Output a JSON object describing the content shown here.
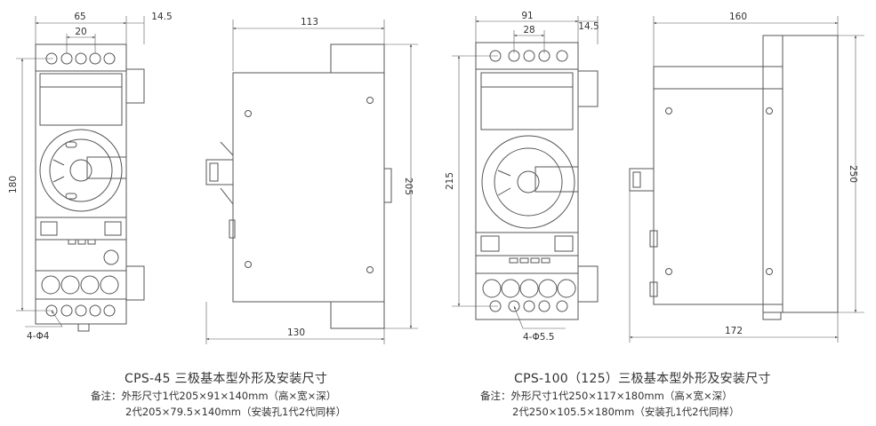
{
  "left": {
    "front_dims": {
      "width": "65",
      "hole_spacing": "20",
      "offset": "14.5",
      "height": "180"
    },
    "side_dims": {
      "top_width": "113",
      "height": "205",
      "bottom_width": "130"
    },
    "hole_label": "4-Φ4",
    "caption": {
      "title": "CPS-45 三极基本型外形及安装尺寸",
      "note1": "备注：外形尺寸1代205×91×140mm（高×宽×深）",
      "note2": "2代205×79.5×140mm（安装孔1代2代同样）"
    }
  },
  "right": {
    "front_dims": {
      "width": "91",
      "hole_spacing": "28",
      "offset": "14.5",
      "height": "215"
    },
    "side_dims": {
      "top_width": "160",
      "height": "250",
      "bottom_width": "172"
    },
    "hole_label": "4-Φ5.5",
    "caption": {
      "title": "CPS-100（125）三极基本型外形及安装尺寸",
      "note1": "备注：外形尺寸1代250×117×180mm（高×宽×深）",
      "note2": "2代250×105.5×180mm（安装孔1代2代同样）"
    }
  }
}
